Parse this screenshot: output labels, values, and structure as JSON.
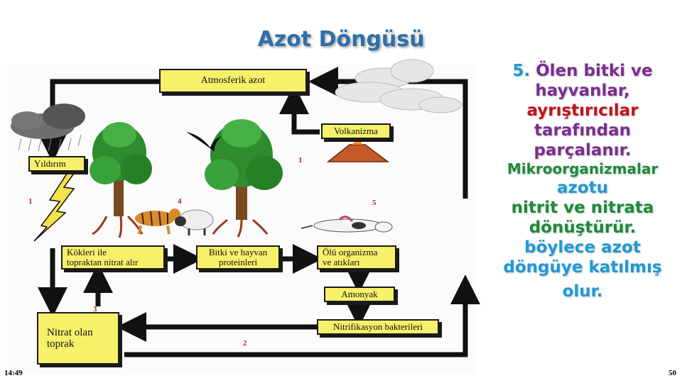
{
  "title": "Azot Döngüsü",
  "boxes": {
    "atmospheric": "Atmosferik azot",
    "volcanism": "Volkanizma",
    "lightning": "Yıldırım",
    "roots": [
      "Kökleri ile",
      "topraktan nitrat alır"
    ],
    "proteins": [
      "Bitki ve hayvan",
      "proteinleri"
    ],
    "dead": [
      "Ölü organizma",
      "ve atıkları"
    ],
    "ammonia": "Amonyak",
    "nitrification": "Nitrifikasyon bakterileri",
    "soil": [
      "Nitrat olan",
      "toprak"
    ]
  },
  "step_numbers": {
    "volcano_side": "1",
    "lightning_side": "1",
    "bottom_center": "2",
    "roots_arrow": "3",
    "animals": "4",
    "dead_animal": "5"
  },
  "side_text": {
    "lines": [
      {
        "text": "5. Ölen bitki ve",
        "color": "#7b2d8e",
        "prefix_color": "#1f9ad6"
      },
      {
        "text": "hayvanlar,",
        "color": "#7b2d8e"
      },
      {
        "text": "ayrıştırıcılar",
        "color": "#c0141b"
      },
      {
        "text": "tarafından",
        "color": "#7b2d8e"
      },
      {
        "text": "parçalanır.",
        "color": "#7b2d8e"
      },
      {
        "text": "Mikroorganizmalar",
        "color": "#1e8a3a"
      },
      {
        "text": "azotu",
        "color": "#1f9ad6"
      },
      {
        "text": "nitrit ve nitrata",
        "color": "#1e8a3a"
      },
      {
        "text": "dönüştürür.",
        "color": "#1e8a3a"
      },
      {
        "text": "böylece azot",
        "color": "#1f9ad6"
      },
      {
        "text": "döngüye katılmış",
        "color": "#1f9ad6"
      },
      {
        "text": "olur.",
        "color": "#1f9ad6"
      }
    ]
  },
  "footer": {
    "time": "14:49",
    "page": "50"
  },
  "icons": [
    "storm-cloud-icon",
    "lightning-icon",
    "tree-icon",
    "bird-icon",
    "volcano-icon",
    "tiger-icon",
    "sheep-icon",
    "dead-animal-icon",
    "white-cloud-icon"
  ]
}
